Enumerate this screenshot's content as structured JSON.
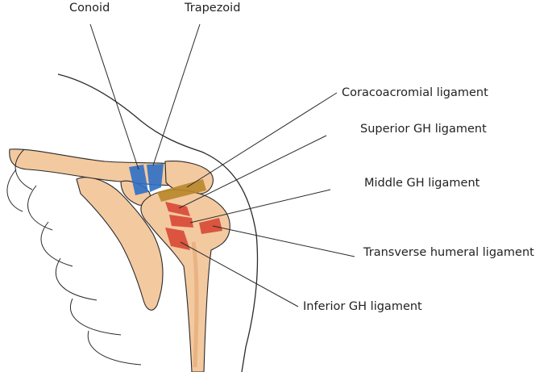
{
  "labels": {
    "conoid": "Conoid",
    "trapezoid": "Trapezoid",
    "coracoacromial": "Coracoacromial ligament",
    "superior_gh": "Superior GH ligament",
    "middle_gh": "Middle GH ligament",
    "transverse_humeral": "Transverse humeral ligament",
    "inferior_gh": "Inferior GH ligament"
  },
  "colors": {
    "bone_fill": "#f3c9a0",
    "bone_shade": "#e8ab78",
    "outline": "#2a2a2a",
    "conoid_trapezoid": "#2f6fc4",
    "coracoacromial": "#b8862a",
    "gh_ligament": "#d6402f"
  }
}
